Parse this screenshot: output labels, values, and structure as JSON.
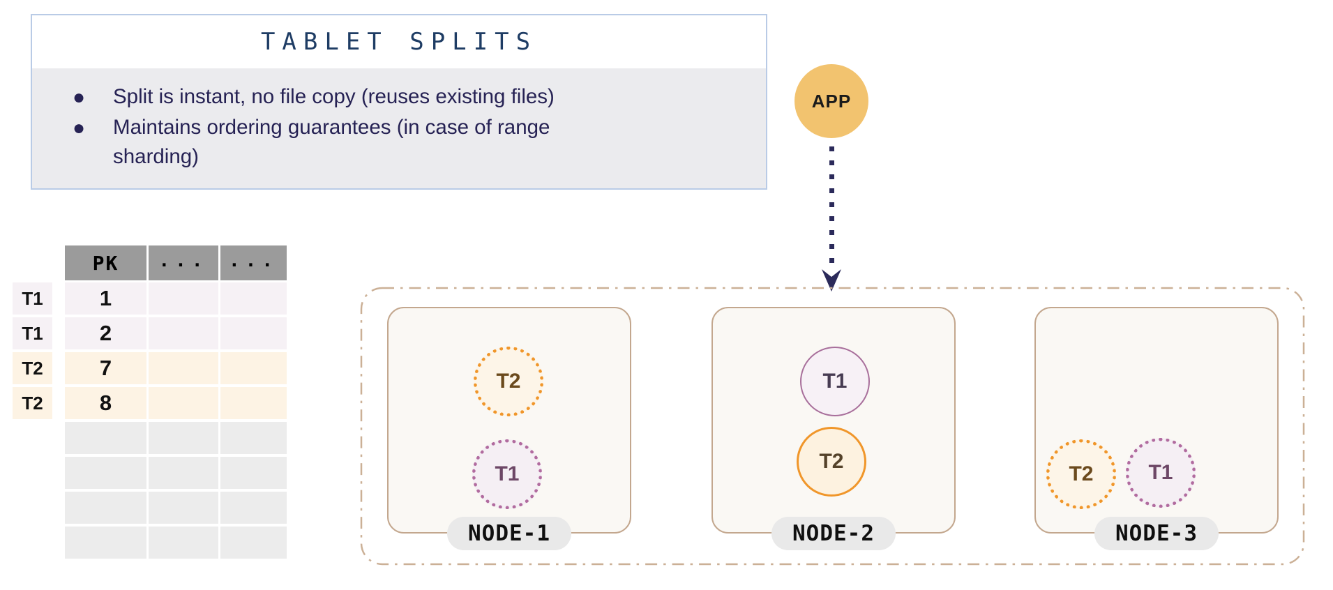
{
  "info_box": {
    "title": "TABLET SPLITS",
    "bullet_glyph": "●",
    "bullets": [
      "Split is instant, no file copy (reuses existing files)",
      "Maintains ordering guarantees (in case of range sharding)"
    ]
  },
  "app": {
    "label": "APP"
  },
  "table": {
    "headers": [
      "PK",
      "...",
      "..."
    ],
    "rows": [
      {
        "label": "T1",
        "pk": "1",
        "variant": "t1"
      },
      {
        "label": "T1",
        "pk": "2",
        "variant": "t1"
      },
      {
        "label": "T2",
        "pk": "7",
        "variant": "t2"
      },
      {
        "label": "T2",
        "pk": "8",
        "variant": "t2"
      }
    ],
    "empty_row_count": 4
  },
  "cluster": {
    "nodes": [
      {
        "name": "NODE-1",
        "tablets": [
          {
            "label": "T2",
            "style": "dotted",
            "color": "orange"
          },
          {
            "label": "T1",
            "style": "dotted",
            "color": "purple"
          }
        ]
      },
      {
        "name": "NODE-2",
        "tablets": [
          {
            "label": "T1",
            "style": "solid",
            "color": "purple"
          },
          {
            "label": "T2",
            "style": "solid",
            "color": "orange"
          }
        ]
      },
      {
        "name": "NODE-3",
        "tablets": [
          {
            "label": "T2",
            "style": "dotted",
            "color": "orange"
          },
          {
            "label": "T1",
            "style": "dotted",
            "color": "purple"
          }
        ]
      }
    ]
  },
  "colors": {
    "app_circle": "#f2c36f",
    "tablet_orange": "#f0962a",
    "tablet_purple": "#a86f9b",
    "arrow_navy": "#2b2a5a",
    "node_border_tan": "#c3a78e",
    "cluster_dash_tan": "#cbb096",
    "info_border_blue": "#b9cbe6",
    "info_text_navy": "#262254",
    "title_navy": "#1e3c64",
    "table_header_gray": "#9b9b9b"
  }
}
